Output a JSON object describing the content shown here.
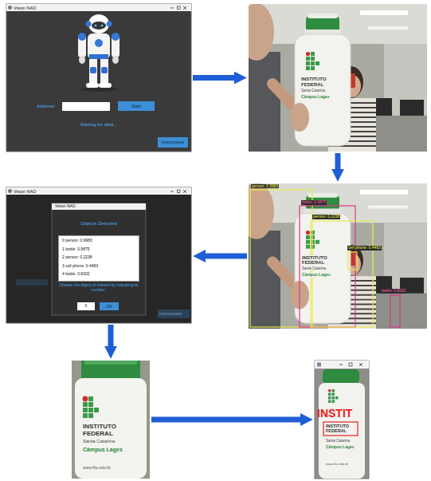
{
  "diagram": {
    "nodes": [
      {
        "text": [
          "Vision NAO",
          "Address:",
          "Waiting for data..."
        ]
      },
      {
        "text": [
          "Start"
        ],
        "in": 0
      },
      {
        "text": [
          "Instructions"
        ],
        "in": 0
      },
      {
        "text": [
          "INSTITUTO FEDERAL",
          "Santa Catarina",
          "Câmpus Lages"
        ]
      },
      {
        "text": [
          "person: 0.9983",
          "bottle: 0.9875",
          "person: 0.2238",
          "cell phone: 0.4493",
          "bottle: 0.6002",
          "INSTITUTO FEDERAL",
          "Santa Catarina",
          "Câmpus Lages"
        ]
      },
      {
        "text": [
          "Vision NAO",
          "Instructions"
        ]
      },
      {
        "text": [
          "Vision NAO",
          "Objects Detected",
          "Choose the object of interest by indicating its number:"
        ],
        "in": 5
      },
      {
        "text": [
          "0 person: 0.9983",
          "1 bottle: 0.9875",
          "2 person: 0.2238",
          "3 cell phone: 0.4493",
          "4 bottle: 0.6002"
        ],
        "in": 6
      },
      {
        "text": [
          "0"
        ],
        "in": 6
      },
      {
        "text": [
          "OK"
        ],
        "in": 6
      },
      {
        "text": [
          "INSTITUTO FEDERAL",
          "Santa Catarina",
          "Câmpus Lages",
          "www.ifsc.edu.br"
        ]
      },
      {
        "text": [
          "INSTIT",
          "INSTITUTO FEDERAL",
          "Santa Catarina",
          "Câmpus Lages",
          "www.ifsc.edu.br"
        ]
      }
    ],
    "edges": [
      {
        "from": 0,
        "to": 3,
        "arrow": "to"
      },
      {
        "from": 3,
        "to": 4,
        "arrow": "to"
      },
      {
        "from": 4,
        "to": 5,
        "arrow": "to"
      },
      {
        "from": 5,
        "to": 10,
        "arrow": "to"
      },
      {
        "from": 10,
        "to": 11,
        "arrow": "to"
      }
    ]
  }
}
